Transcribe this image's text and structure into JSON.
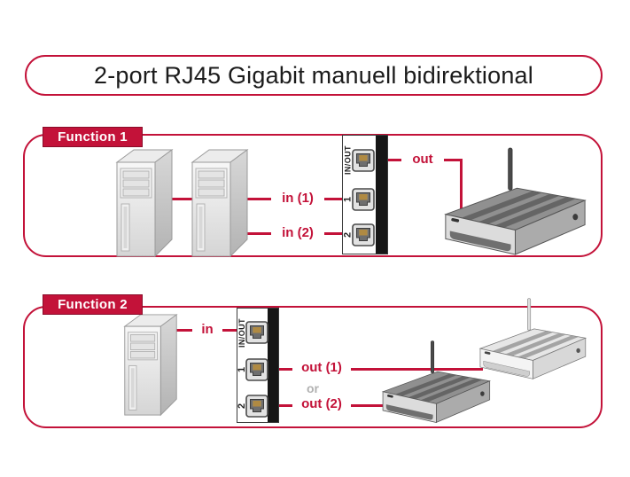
{
  "title": "2-port RJ45 Gigabit manuell bidirektional",
  "colors": {
    "accent_red": "#C31239",
    "accent_red_dark": "#8A0C29",
    "or_gray": "#B1B1B1"
  },
  "sections": [
    {
      "label": "Function 1",
      "ports": [
        "IN/OUT",
        "1",
        "2"
      ],
      "labels": {
        "in1": "in (1)",
        "in2": "in (2)",
        "out": "out"
      }
    },
    {
      "label": "Function 2",
      "ports": [
        "IN/OUT",
        "1",
        "2"
      ],
      "labels": {
        "in": "in",
        "out1": "out (1)",
        "or": "or",
        "out2": "out (2)"
      }
    }
  ]
}
